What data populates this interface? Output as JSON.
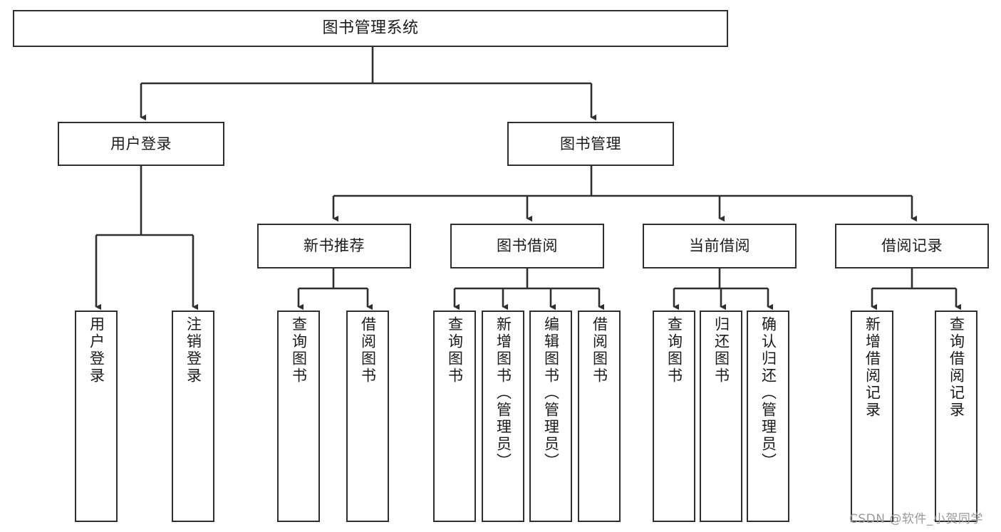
{
  "diagram": {
    "title": "图书管理系统",
    "type": "hierarchy-tree",
    "root": {
      "label": "图书管理系统"
    },
    "level2": [
      {
        "label": "用户登录"
      },
      {
        "label": "图书管理"
      }
    ],
    "level3": [
      {
        "label": "新书推荐"
      },
      {
        "label": "图书借阅"
      },
      {
        "label": "当前借阅"
      },
      {
        "label": "借阅记录"
      }
    ],
    "leaves": {
      "user_login": [
        {
          "label": "用户登录"
        },
        {
          "label": "注销登录"
        }
      ],
      "new_book_recommend": [
        {
          "label": "查询图书"
        },
        {
          "label": "借阅图书"
        }
      ],
      "book_borrow": [
        {
          "label": "查询图书"
        },
        {
          "label": "新增图书（管理员）"
        },
        {
          "label": "编辑图书（管理员）"
        },
        {
          "label": "借阅图书"
        }
      ],
      "current_borrow": [
        {
          "label": "查询图书"
        },
        {
          "label": "归还图书"
        },
        {
          "label": "确认归还（管理员）"
        }
      ],
      "borrow_records": [
        {
          "label": "新增借阅记录"
        },
        {
          "label": "查询借阅记录"
        }
      ]
    }
  },
  "watermark": {
    "text": "CSDN @软件_小贺同学"
  },
  "colors": {
    "stroke": "#2f2f2f",
    "fill": "#ffffff",
    "text": "#1b1b1b",
    "watermark": "#9a9a9a"
  }
}
